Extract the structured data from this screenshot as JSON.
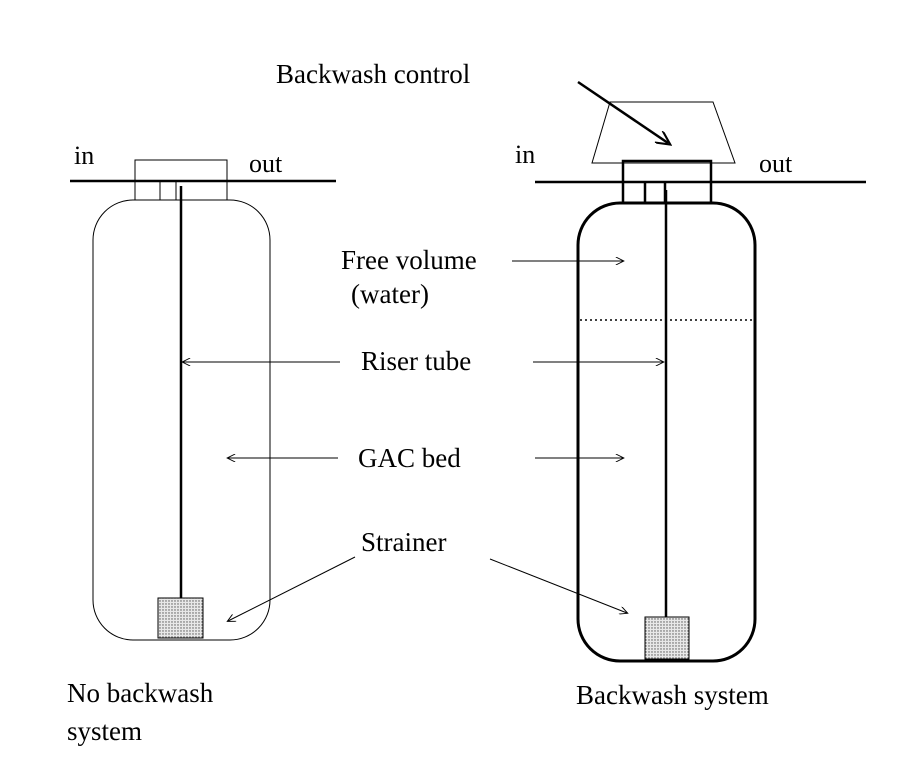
{
  "labels": {
    "backwash_control": "Backwash control",
    "in_left": "in",
    "out_left": "out",
    "in_right": "in",
    "out_right": "out",
    "free_volume_line1": "Free volume",
    "free_volume_line2": "(water)",
    "riser_tube": "Riser tube",
    "gac_bed": "GAC bed",
    "strainer": "Strainer",
    "left_caption_line1": "No backwash",
    "left_caption_line2": "system",
    "right_caption": "Backwash system"
  }
}
